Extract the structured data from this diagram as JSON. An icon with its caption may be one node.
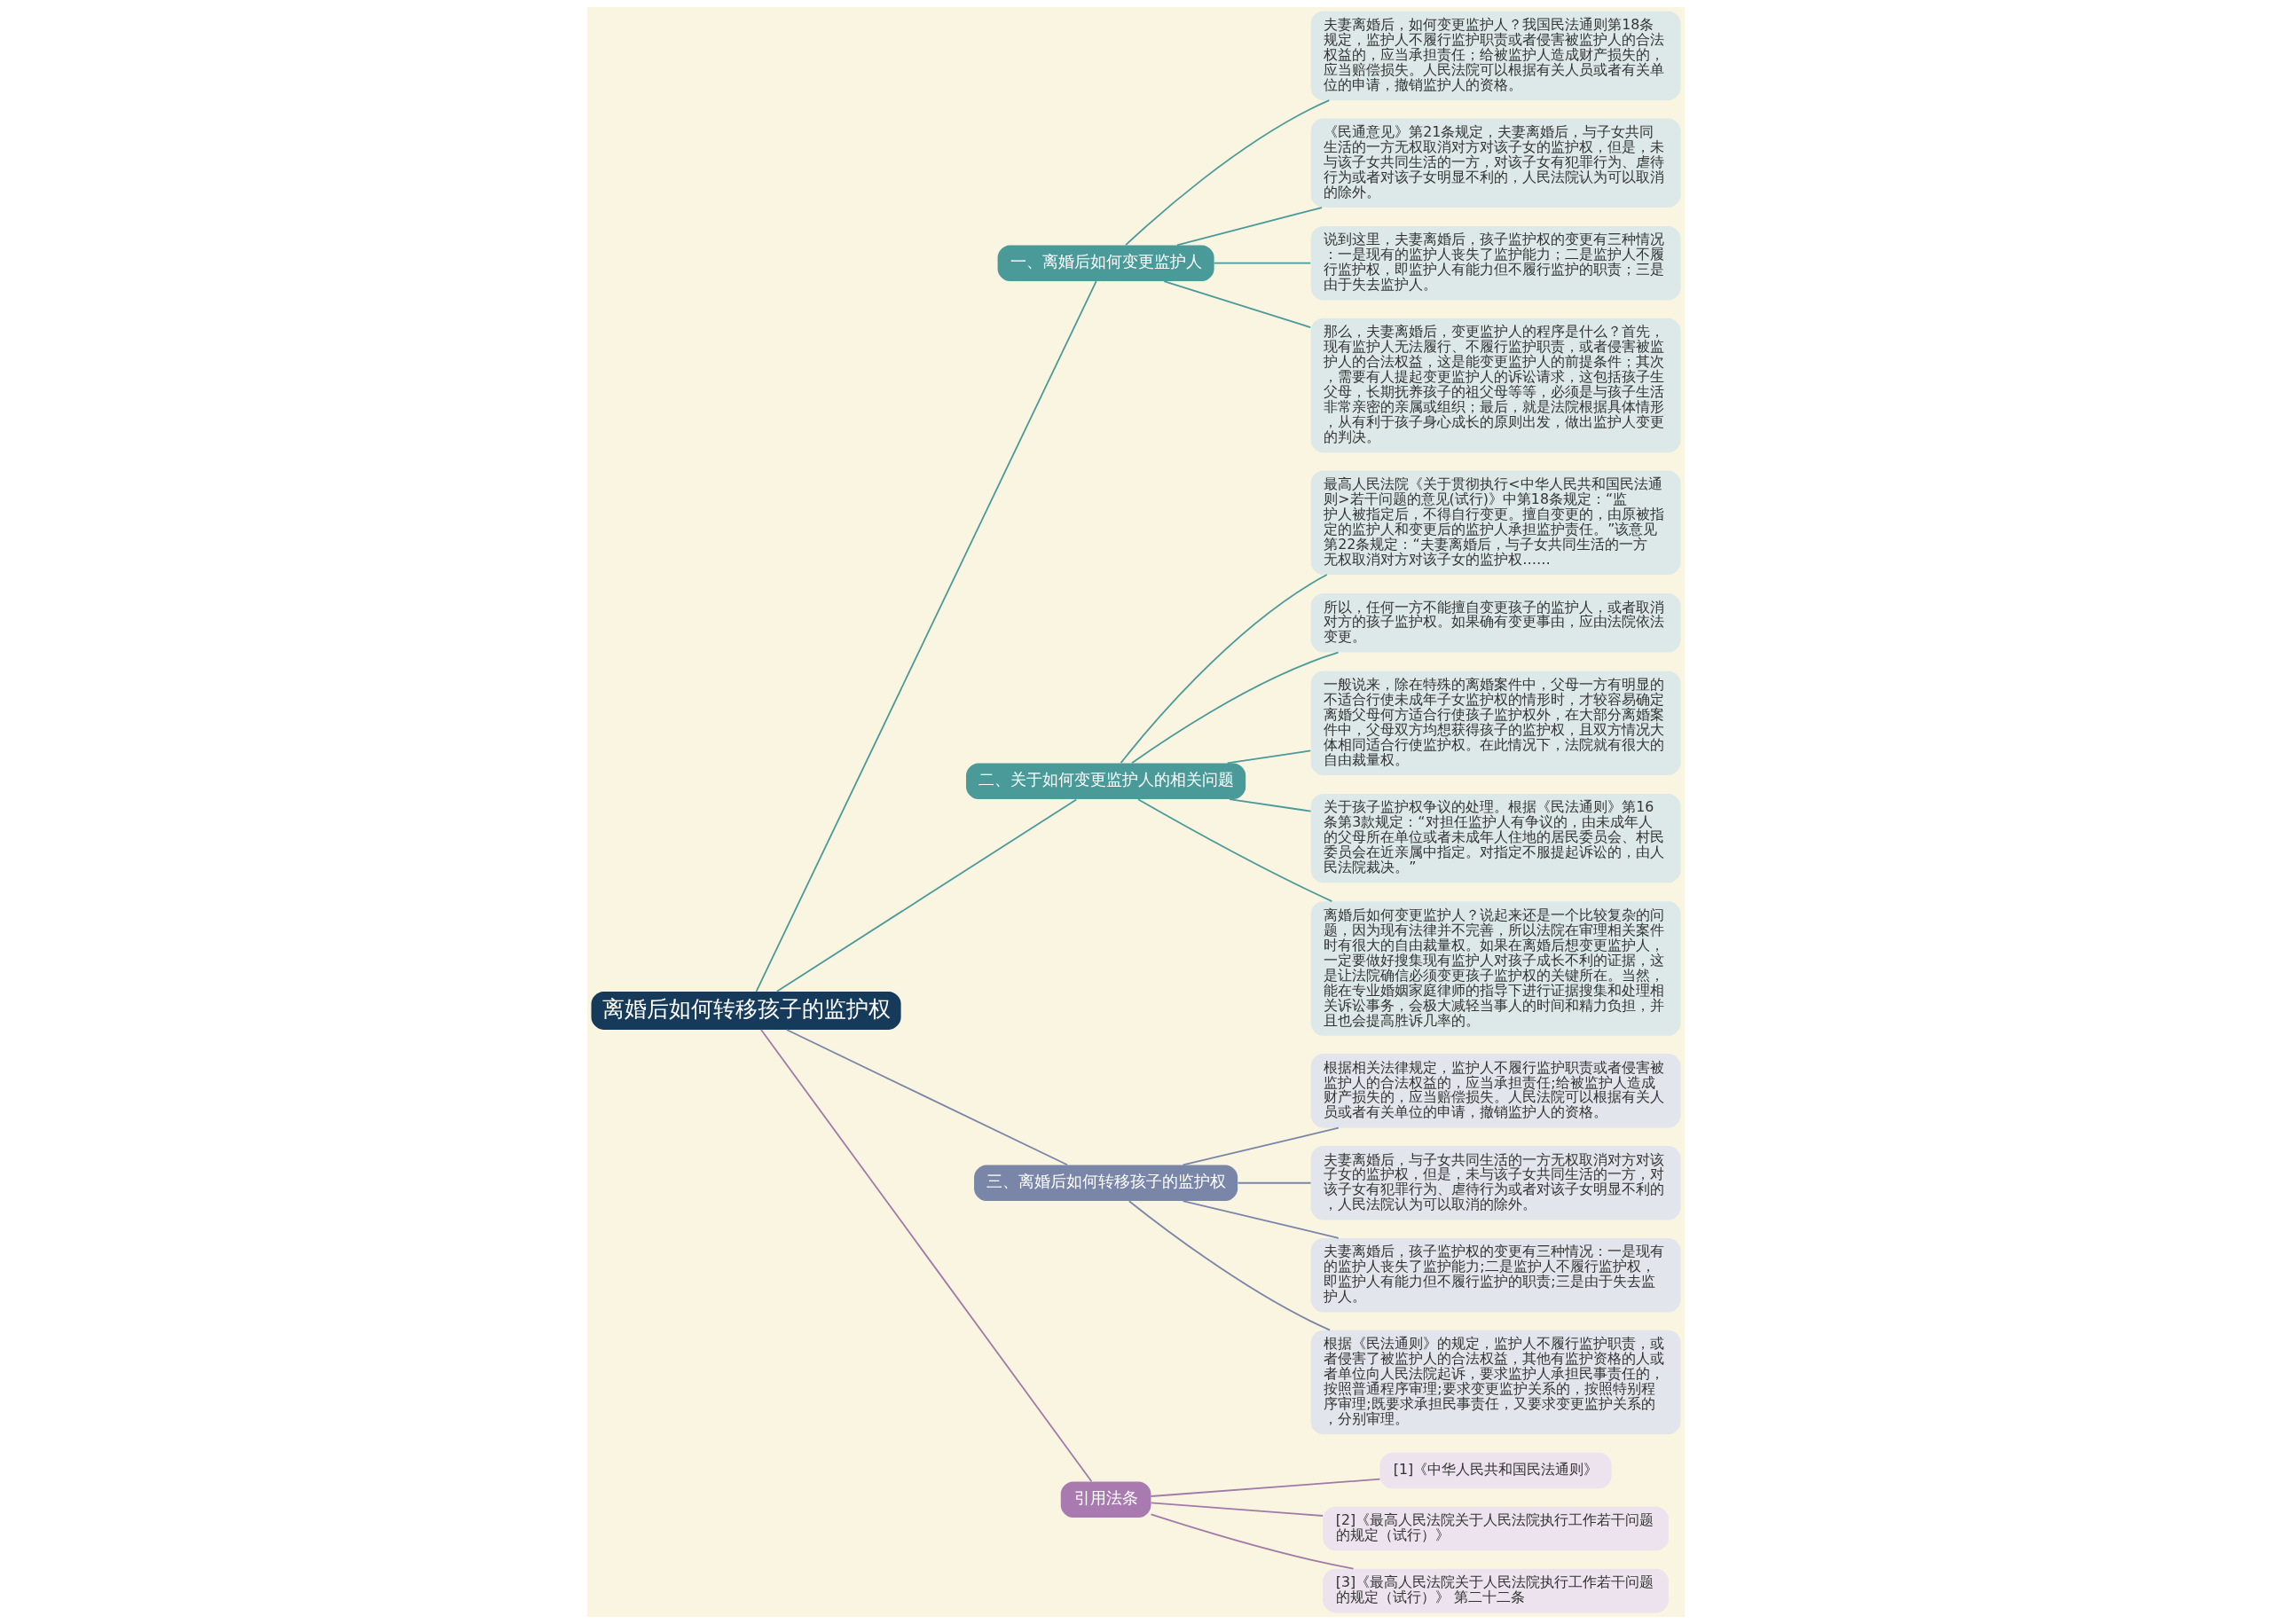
{
  "diagram": {
    "nodes": [
      {
        "text": [
          "离婚后如何转移孩子的监护权"
        ]
      },
      {
        "text": [
          "一、离婚后如何变更监护人"
        ]
      },
      {
        "text": [
          "夫妻离婚后，如何变更监护人？我国民法通则第18条规定，监护人不履行监护职责或者侵害被监护人的合法权益的，应当承担责任；给被监护人造成财产损失的，应当赔偿损失。人民法院可以根据有关人员或者有关单位的申请，撤销监护人的资格。"
        ]
      },
      {
        "text": [
          "《民通意见》第21条规定，夫妻离婚后，与子女共同生活的一方无权取消对方对该子女的监护权，但是，未与该子女共同生活的一方，对该子女有犯罪行为、虐待行为或者对该子女明显不利的，人民法院认为可以取消的除外。"
        ]
      },
      {
        "text": [
          "说到这里，夫妻离婚后，孩子监护权的变更有三种情况：一是现有的监护人丧失了监护能力；二是监护人不履行监护权，即监护人有能力但不履行监护的职责；三是由于失去监护人。"
        ]
      },
      {
        "text": [
          "那么，夫妻离婚后，变更监护人的程序是什么？首先，现有监护人无法履行、不履行监护职责，或者侵害被监护人的合法权益，这是能变更监护人的前提条件；其次，需要有人提起变更监护人的诉讼请求，这包括孩子生父母，长期抚养孩子的祖父母等等，必须是与孩子生活非常亲密的亲属或组织；最后，就是法院根据具体情形，从有利于孩子身心成长的原则出发，做出监护人变更的判决。"
        ]
      },
      {
        "text": [
          "二、关于如何变更监护人的相关问题"
        ]
      },
      {
        "text": [
          "最高人民法院《关于贯彻执行<中华人民共和国民法通则>若干问题的意见(试行)》中第18条规定：“监护人被指定后，不得自行变更。擅自变更的，由原被指定的监护人和变更后的监护人承担监护责任。”该意见第22条规定：“夫妻离婚后，与子女共同生活的一方无权取消对方对该子女的监护权……"
        ]
      },
      {
        "text": [
          "所以，任何一方不能擅自变更孩子的监护人，或者取消对方的孩子监护权。如果确有变更事由，应由法院依法变更。"
        ]
      },
      {
        "text": [
          "一般说来，除在特殊的离婚案件中，父母一方有明显的不适合行使未成年子女监护权的情形时，才较容易确定离婚父母何方适合行使孩子监护权外，在大部分离婚案件中，父母双方均想获得孩子的监护权，且双方情况大体相同适合行使监护权。在此情况下，法院就有很大的自由裁量权。"
        ]
      },
      {
        "text": [
          "关于孩子监护权争议的处理。根据《民法通则》第16条第3款规定：“对担任监护人有争议的，由未成年人的父母所在单位或者未成年人住地的居民委员会、村民委员会在近亲属中指定。对指定不服提起诉讼的，由人民法院裁决。”"
        ]
      },
      {
        "text": [
          "离婚后如何变更监护人？说起来还是一个比较复杂的问题，因为现有法律并不完善，所以法院在审理相关案件时有很大的自由裁量权。如果在离婚后想变更监护人，一定要做好搜集现有监护人对孩子成长不利的证据，这是让法院确信必须变更孩子监护权的关键所在。当然，能在专业婚姻家庭律师的指导下进行证据搜集和处理相关诉讼事务，会极大减轻当事人的时间和精力负担，并且也会提高胜诉几率的。"
        ]
      },
      {
        "text": [
          "三、离婚后如何转移孩子的监护权"
        ]
      },
      {
        "text": [
          "根据相关法律规定，监护人不履行监护职责或者侵害被监护人的合法权益的，应当承担责任;给被监护人造成财产损失的，应当赔偿损失。人民法院可以根据有关人员或者有关单位的申请，撤销监护人的资格。"
        ]
      },
      {
        "text": [
          "夫妻离婚后，与子女共同生活的一方无权取消对方对该子女的监护权，但是，未与该子女共同生活的一方，对该子女有犯罪行为、虐待行为或者对该子女明显不利的，人民法院认为可以取消的除外。"
        ]
      },
      {
        "text": [
          "夫妻离婚后，孩子监护权的变更有三种情况：一是现有的监护人丧失了监护能力;二是监护人不履行监护权，即监护人有能力但不履行监护的职责;三是由于失去监护人。"
        ]
      },
      {
        "text": [
          "根据《民法通则》的规定，监护人不履行监护职责，或者侵害了被监护人的合法权益，其他有监护资格的人或者单位向人民法院起诉，要求监护人承担民事责任的，按照普通程序审理;要求变更监护关系的，按照特别程序审理;既要求承担民事责任，又要求变更监护关系的，分别审理。"
        ]
      },
      {
        "text": [
          "引用法条"
        ]
      },
      {
        "text": [
          "[1]《中华人民共和国民法通则》"
        ]
      },
      {
        "text": [
          "[2]《最高人民法院关于人民法院执行工作若干问题的规定（试行）》"
        ]
      },
      {
        "text": [
          "[3]《最高人民法院关于人民法院执行工作若干问题的规定（试行）》 第二十二条"
        ]
      }
    ],
    "edges": [
      {
        "from": 0,
        "to": 1,
        "arrow": "none"
      },
      {
        "from": 1,
        "to": 2,
        "arrow": "none"
      },
      {
        "from": 1,
        "to": 3,
        "arrow": "none"
      },
      {
        "from": 1,
        "to": 4,
        "arrow": "none"
      },
      {
        "from": 1,
        "to": 5,
        "arrow": "none"
      },
      {
        "from": 0,
        "to": 6,
        "arrow": "none"
      },
      {
        "from": 6,
        "to": 7,
        "arrow": "none"
      },
      {
        "from": 6,
        "to": 8,
        "arrow": "none"
      },
      {
        "from": 6,
        "to": 9,
        "arrow": "none"
      },
      {
        "from": 6,
        "to": 10,
        "arrow": "none"
      },
      {
        "from": 6,
        "to": 11,
        "arrow": "none"
      },
      {
        "from": 0,
        "to": 12,
        "arrow": "none",
        "color": "#7a86a8"
      },
      {
        "from": 12,
        "to": 13,
        "arrow": "none",
        "color": "#7a86a8"
      },
      {
        "from": 12,
        "to": 14,
        "arrow": "none",
        "color": "#7a86a8"
      },
      {
        "from": 12,
        "to": 15,
        "arrow": "none",
        "color": "#7a86a8"
      },
      {
        "from": 12,
        "to": 16,
        "arrow": "none",
        "color": "#7a86a8"
      },
      {
        "from": 0,
        "to": 17,
        "arrow": "none",
        "color": "#a07aa8"
      },
      {
        "from": 17,
        "to": 18,
        "arrow": "none",
        "color": "#a07aa8"
      },
      {
        "from": 17,
        "to": 19,
        "arrow": "none",
        "color": "#a07aa8"
      },
      {
        "from": 17,
        "to": 20,
        "arrow": "none",
        "color": "#a07aa8"
      }
    ]
  }
}
